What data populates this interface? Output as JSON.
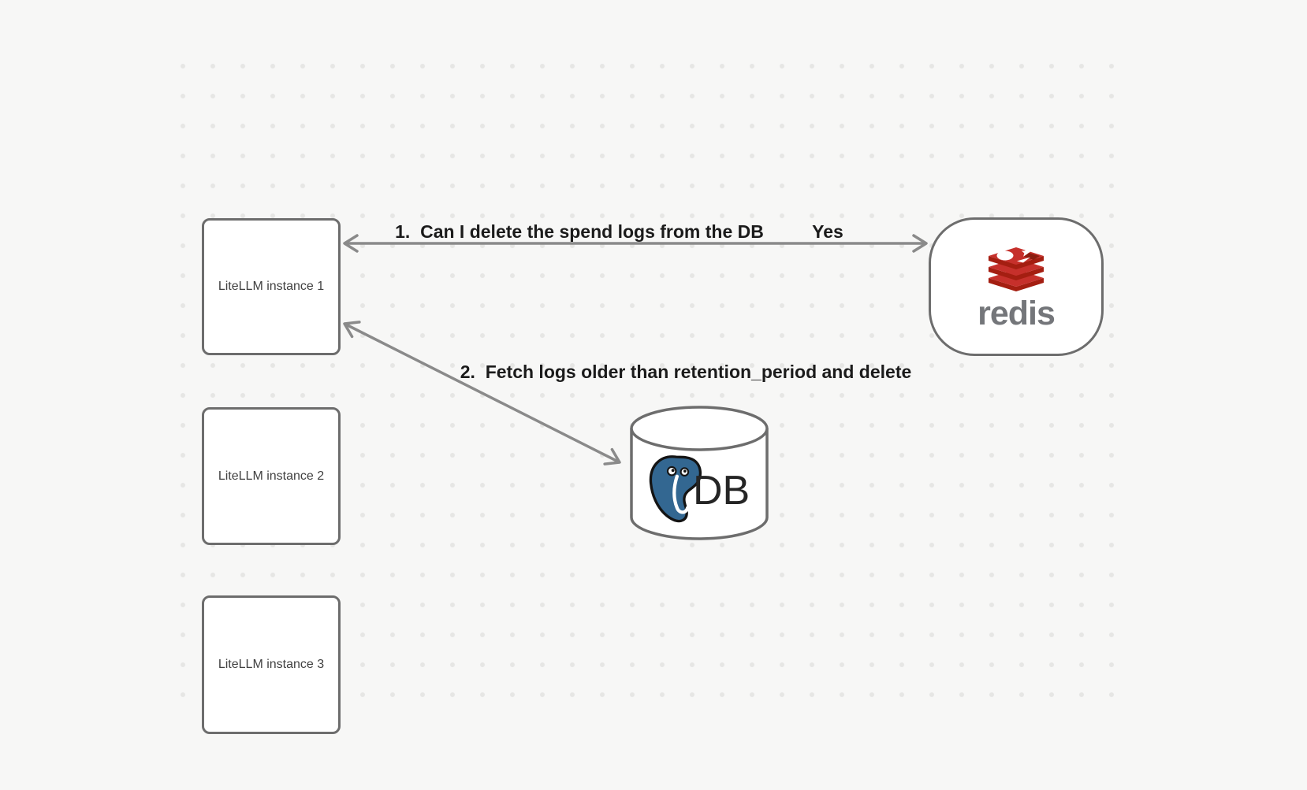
{
  "nodes": {
    "instance1": {
      "label": "LiteLLM instance 1"
    },
    "instance2": {
      "label": "LiteLLM instance 2"
    },
    "instance3": {
      "label": "LiteLLM instance 3"
    },
    "redis": {
      "wordmark": "redis",
      "icon": "redis-stack-icon"
    },
    "db": {
      "label": "DB",
      "icon": "postgresql-elephant-icon",
      "shape": "cylinder"
    }
  },
  "edges": {
    "edge1": {
      "from": "LiteLLM instance 1",
      "to": "redis",
      "direction": "bidirectional",
      "label": "1.  Can I delete the spend logs from the DB",
      "response": "Yes"
    },
    "edge2": {
      "from": "LiteLLM instance 1",
      "to": "DB",
      "direction": "bidirectional",
      "label": "2.  Fetch logs older than retention_period and delete"
    }
  },
  "colors": {
    "background": "#f7f7f6",
    "grid_dot": "#e6e6e4",
    "node_border": "#6d6d6d",
    "node_fill": "#ffffff",
    "arrow": "#8a8a8a",
    "edge_label_text": "#1b1b1b",
    "node_label_text": "#414141",
    "redis_red": "#C6302B",
    "redis_dark_red": "#A41E11",
    "redis_wordmark_gray": "#74767a",
    "postgres_blue": "#336791",
    "db_label_text": "#252525"
  }
}
